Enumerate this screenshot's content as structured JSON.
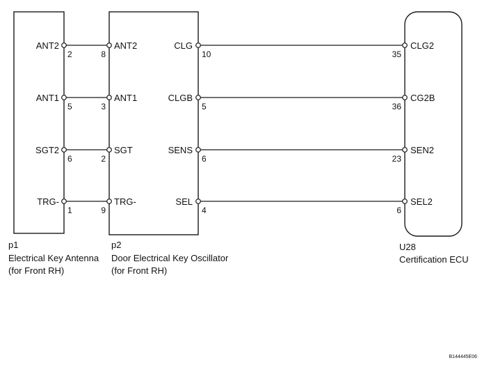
{
  "components": {
    "p1": {
      "id": "p1",
      "name_line1": "Electrical Key Antenna",
      "name_line2": "(for Front RH)",
      "pins": [
        {
          "name": "ANT2",
          "num": "2"
        },
        {
          "name": "ANT1",
          "num": "5"
        },
        {
          "name": "SGT2",
          "num": "6"
        },
        {
          "name": "TRG-",
          "num": "1"
        }
      ]
    },
    "p2": {
      "id": "p2",
      "name_line1": "Door Electrical Key Oscillator",
      "name_line2": "(for Front RH)",
      "left_pins": [
        {
          "name": "ANT2",
          "num": "8"
        },
        {
          "name": "ANT1",
          "num": "3"
        },
        {
          "name": "SGT",
          "num": "2"
        },
        {
          "name": "TRG-",
          "num": "9"
        }
      ],
      "right_pins": [
        {
          "name": "CLG",
          "num": "10"
        },
        {
          "name": "CLGB",
          "num": "5"
        },
        {
          "name": "SENS",
          "num": "6"
        },
        {
          "name": "SEL",
          "num": "4"
        }
      ]
    },
    "u28": {
      "id": "U28",
      "name_line1": "Certification ECU",
      "pins": [
        {
          "name": "CLG2",
          "num": "35"
        },
        {
          "name": "CG2B",
          "num": "36"
        },
        {
          "name": "SEN2",
          "num": "23"
        },
        {
          "name": "SEL2",
          "num": "6"
        }
      ]
    }
  },
  "figure_code": "B144445E06",
  "colors": {
    "line": "#1a1a1a",
    "text": "#111111",
    "background": "#ffffff"
  }
}
